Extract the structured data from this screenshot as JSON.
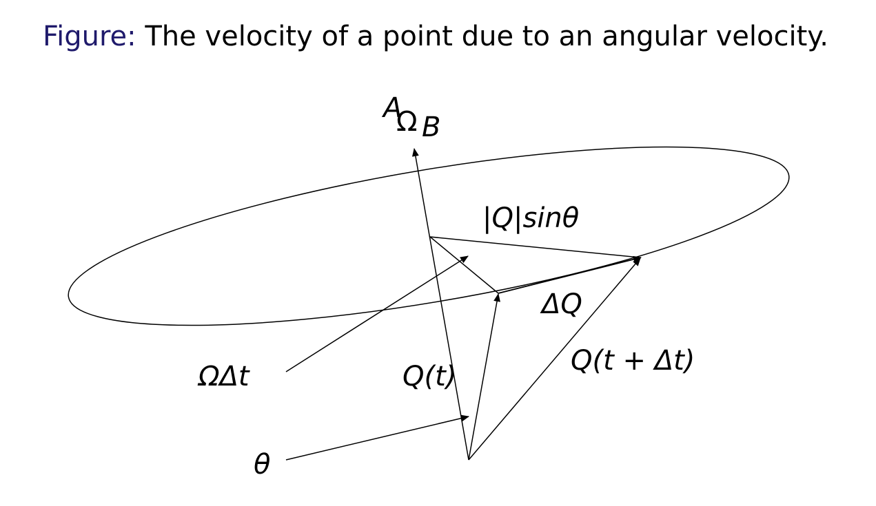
{
  "caption": {
    "lead": "Figure:",
    "text": " The velocity of a point due to an angular velocity."
  },
  "labels": {
    "omega_sup": "A",
    "omega": "Ω",
    "omega_sub": "B",
    "q_sin_theta": "|Q|sinθ",
    "delta_q": "ΔQ",
    "omega_delta_t": "ΩΔt",
    "q_t": "Q(t)",
    "q_t_dt": "Q(t + Δt)",
    "theta": "θ"
  },
  "colors": {
    "caption_lead": "#1f1a6b",
    "ink": "#000000"
  }
}
